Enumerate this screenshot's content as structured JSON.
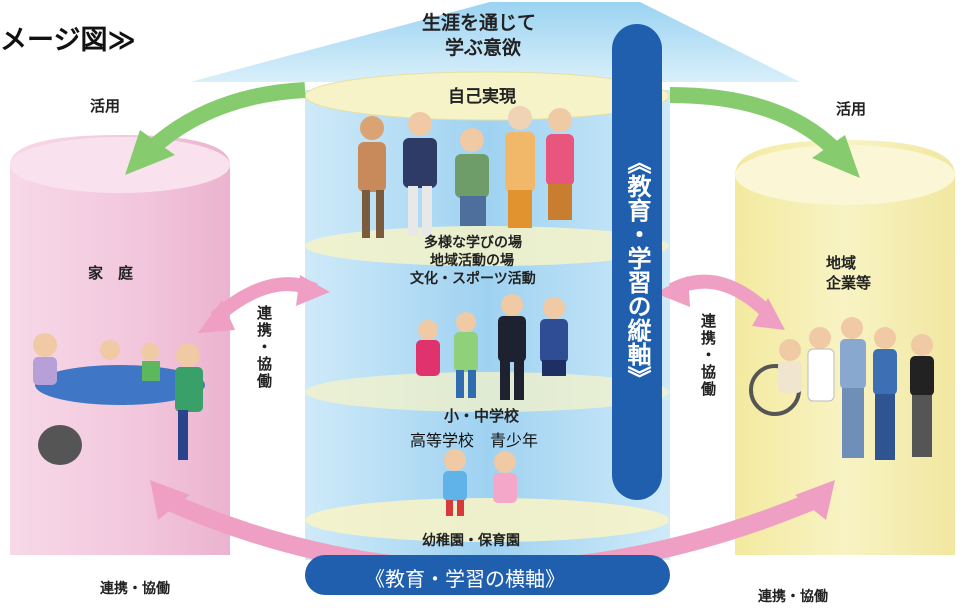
{
  "header": {
    "title_fragment": "メージ図≫"
  },
  "top_arrow": {
    "label_line1": "生涯を通じて",
    "label_line2": "学ぶ意欲"
  },
  "center": {
    "level_top": "自己実現",
    "level_mid_line1": "多様な学びの場",
    "level_mid_line2": "地域活動の場",
    "level_mid_line3": "文化・スポーツ活動",
    "level_school_line1": "小・中学校",
    "level_school_line2": "高等学校　青少年",
    "level_bottom": "幼稚園・保育園"
  },
  "vertical_axis": {
    "label": "《教育・学習の縦軸》"
  },
  "horizontal_axis": {
    "label": "《教育・学習の横軸》"
  },
  "left_cylinder": {
    "label": "家　庭",
    "utilize_label": "活用"
  },
  "right_cylinder": {
    "label_line1": "地域",
    "label_line2": "企業等",
    "utilize_label": "活用"
  },
  "connections": {
    "left_mid": "連携・協働",
    "right_mid": "連携・協働",
    "bottom_left": "連携・協働",
    "bottom_right": "連携・協働"
  },
  "colors": {
    "pink_cylinder": "#f2c6dc",
    "yellow_cylinder": "#f6f0b4",
    "blue_column": "#bfe1f5",
    "navy_bar": "#1f5fae",
    "green_arrow": "#86cc6e",
    "pink_arrow": "#ef9fc4"
  }
}
